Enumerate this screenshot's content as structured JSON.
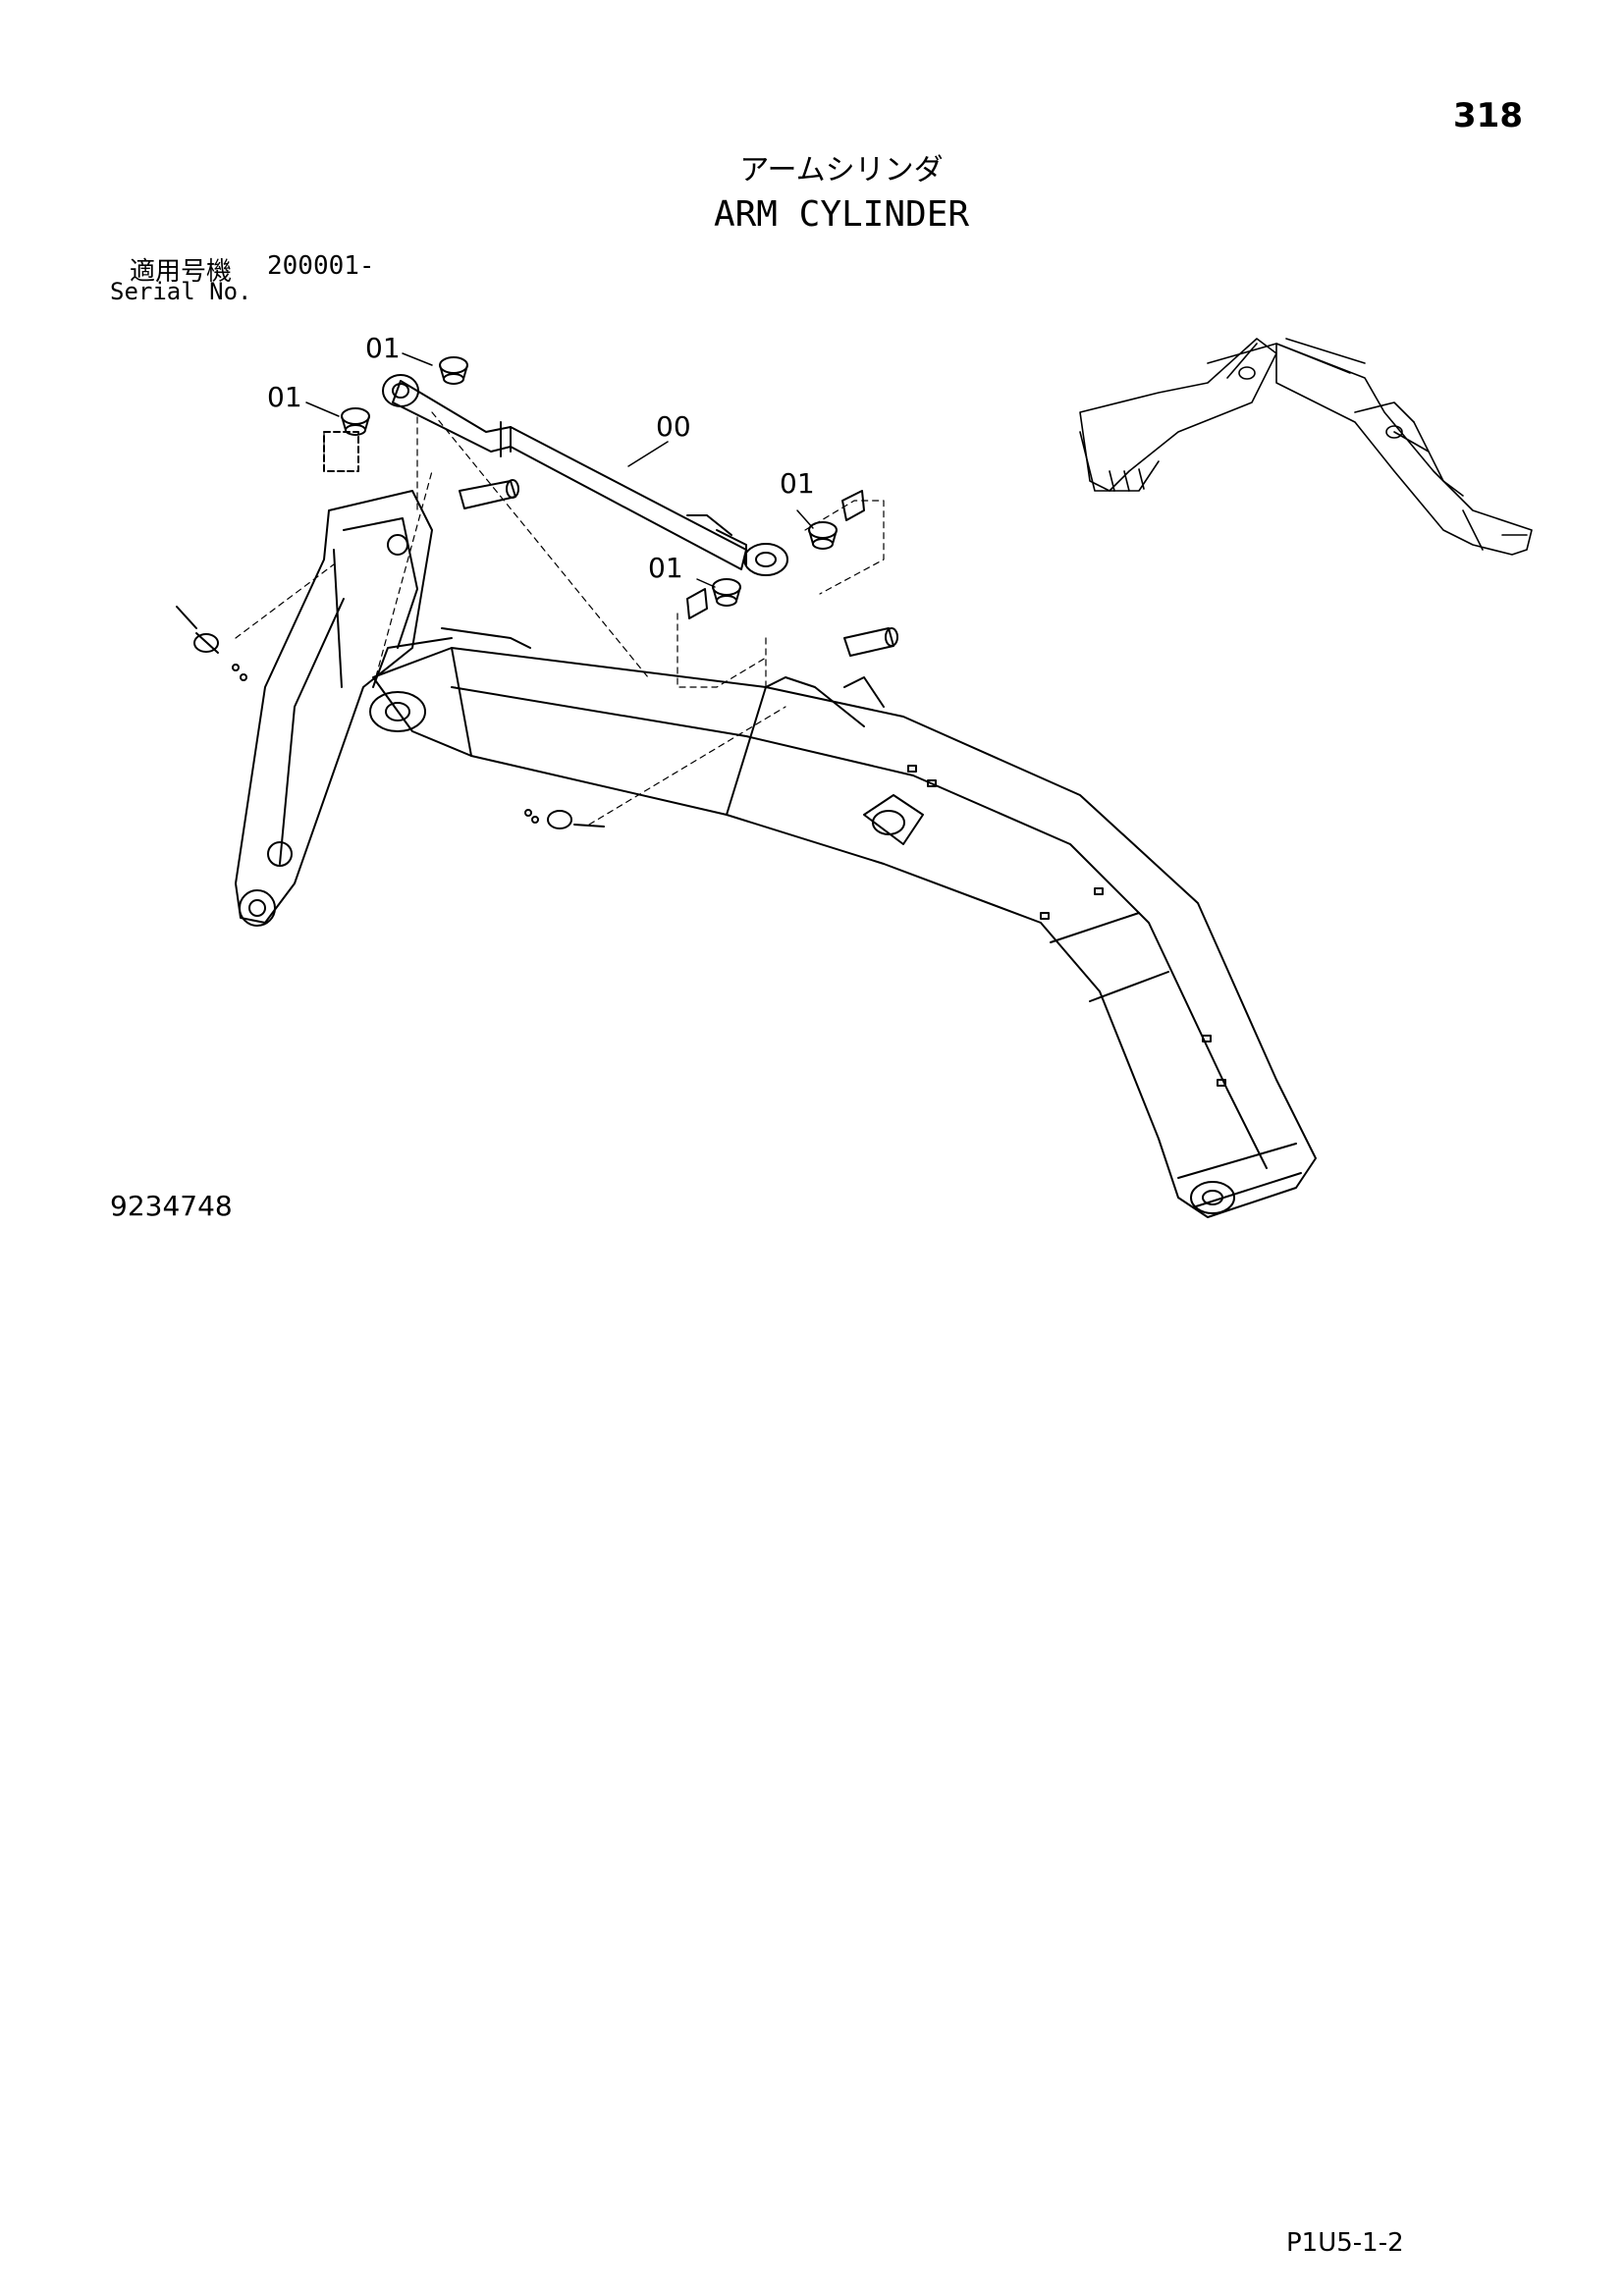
{
  "header": {
    "page_number": "318",
    "title_jp": "アームシリンダ",
    "title_en": "ARM CYLINDER"
  },
  "serial": {
    "label_jp": "適用号機",
    "value": "200001-",
    "label_en": "Serial No."
  },
  "callouts": {
    "top_left_upper": "01",
    "top_left_lower": "01",
    "cylinder": "00",
    "right_upper": "01",
    "right_lower": "01"
  },
  "footer": {
    "drawing_number": "9234748",
    "page_code": "P1U5-1-2"
  }
}
